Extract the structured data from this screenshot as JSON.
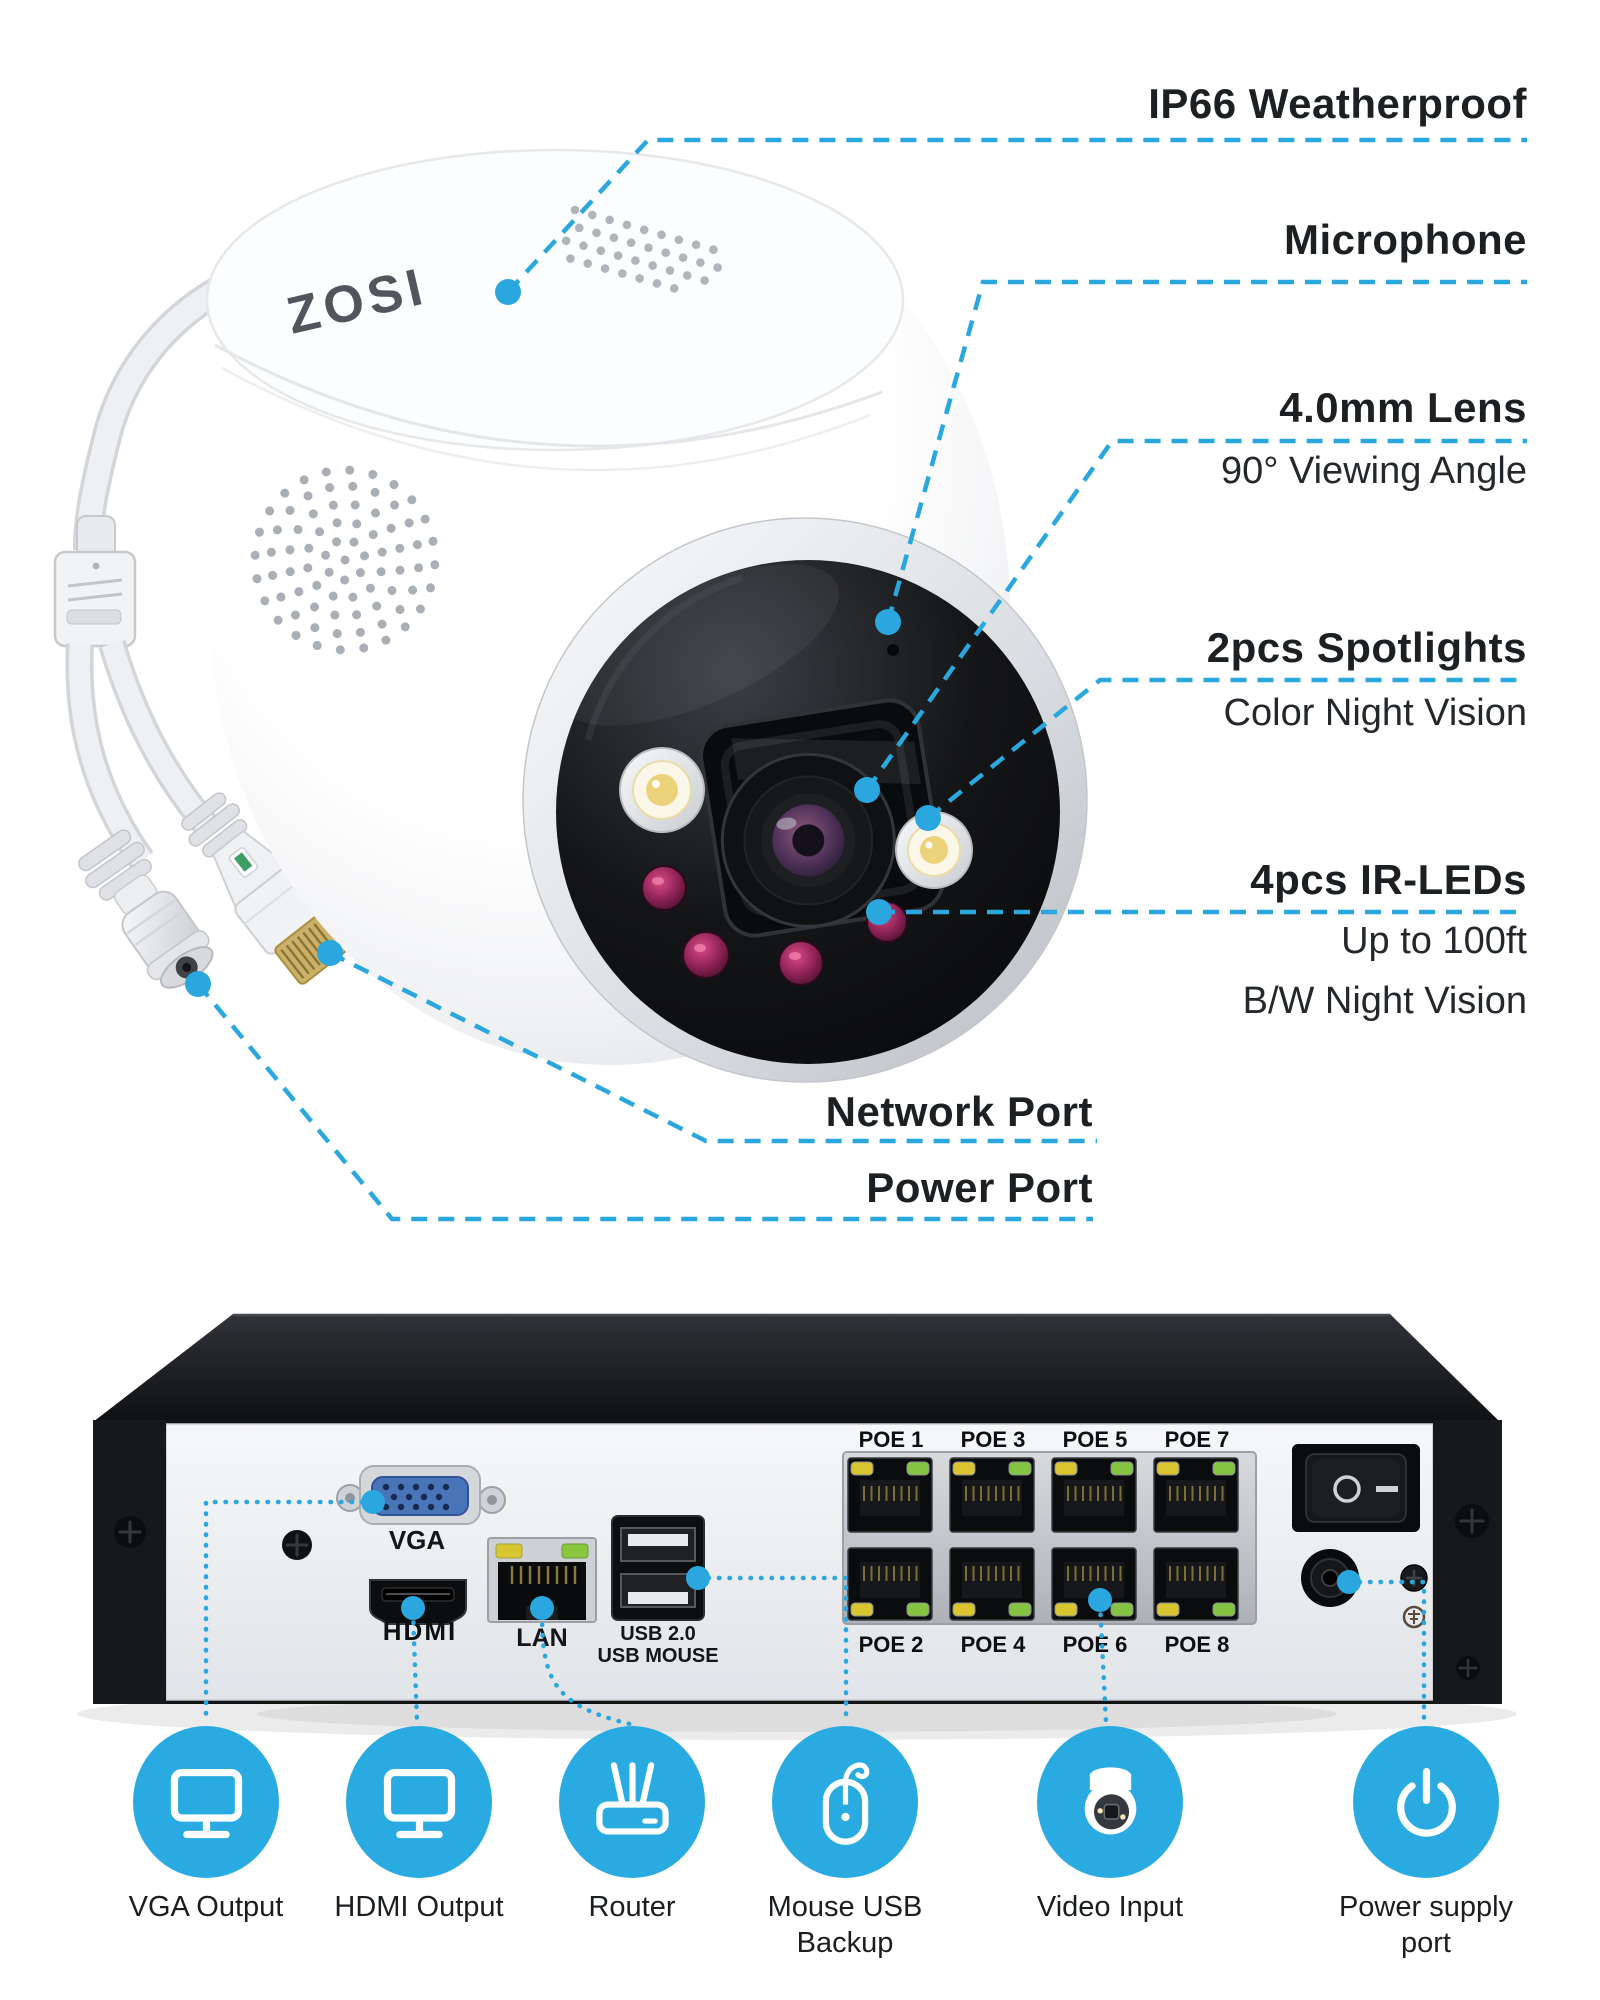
{
  "brand": "ZOSI",
  "callouts": {
    "ip66": "IP66 Weatherproof",
    "mic": "Microphone",
    "lens_title": "4.0mm Lens",
    "lens_sub": "90° Viewing Angle",
    "spot_title": "2pcs Spotlights",
    "spot_sub": "Color Night Vision",
    "ir_title": "4pcs IR-LEDs",
    "ir_sub1": "Up to 100ft",
    "ir_sub2": "B/W Night Vision",
    "network": "Network Port",
    "power": "Power Port"
  },
  "nvr": {
    "vga": "VGA",
    "hdmi": "HDMI",
    "lan": "LAN",
    "usb1": "USB 2.0",
    "usb2": "USB MOUSE",
    "poe_top": [
      "POE 1",
      "POE 3",
      "POE 5",
      "POE 7"
    ],
    "poe_bottom": [
      "POE 2",
      "POE 4",
      "POE 6",
      "POE 8"
    ],
    "switch_off": "O"
  },
  "legend": [
    {
      "icon": "monitor",
      "label": "VGA Output"
    },
    {
      "icon": "monitor",
      "label": "HDMI Output"
    },
    {
      "icon": "router",
      "label": "Router"
    },
    {
      "icon": "mouse",
      "label": "Mouse USB Backup"
    },
    {
      "icon": "dome-camera",
      "label": "Video Input"
    },
    {
      "icon": "power",
      "label": "Power supply port"
    }
  ],
  "colors": {
    "accent": "#2aa7de",
    "icon_circle": "#29abe2",
    "text": "#1d2023"
  }
}
